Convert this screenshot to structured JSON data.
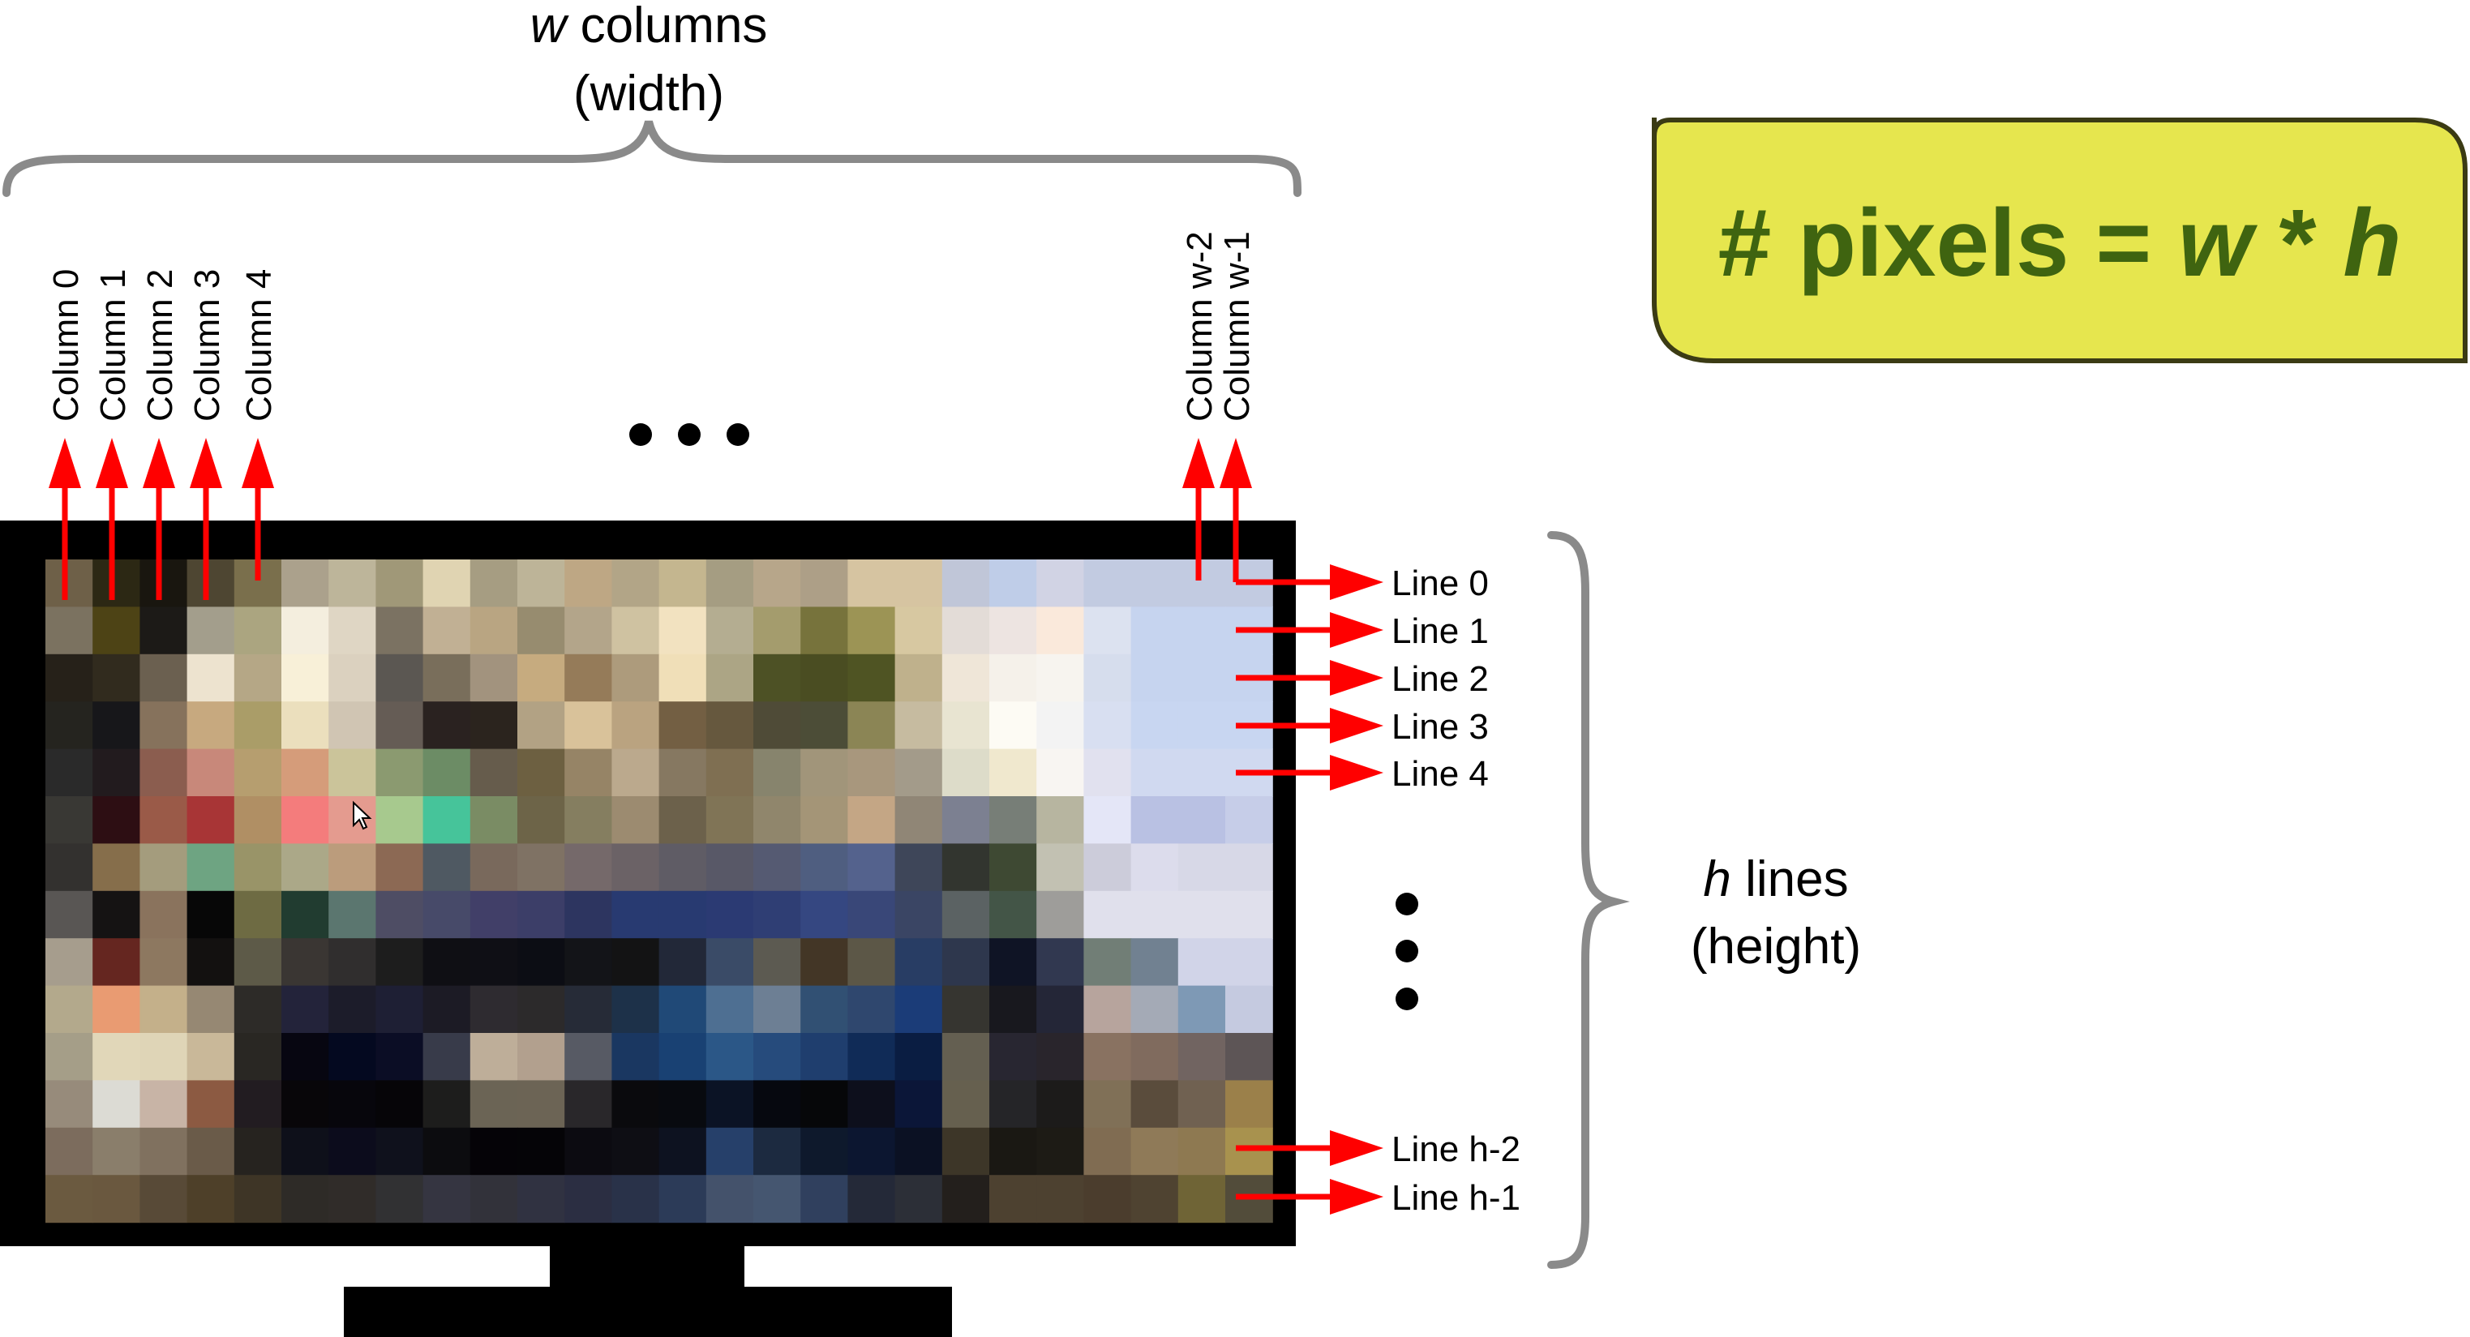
{
  "header": {
    "var": "w",
    "title_suffix": " columns",
    "subtitle": "(width)"
  },
  "right_label": {
    "var": "h",
    "title_suffix": " lines",
    "subtitle": "(height)"
  },
  "formula": {
    "prefix": "# pixels = ",
    "w": "w",
    "op": " * ",
    "h": "h",
    "bg_color": "#e6e64e",
    "text_color": "#3f6410"
  },
  "columns": [
    "Column 0",
    "Column 1",
    "Column 2",
    "Column 3",
    "Column 4",
    "Column w-2",
    "Column w-1"
  ],
  "lines": [
    "Line 0",
    "Line 1",
    "Line 2",
    "Line 3",
    "Line 4",
    "Line h-2",
    "Line h-1"
  ],
  "arrow_color": "#ff0000",
  "brace_color": "#8a8a8a",
  "grid": {
    "cols": 26,
    "rows": 14,
    "colors": [
      [
        "#6e6048",
        "#2c2814",
        "#19160f",
        "#4e4632",
        "#7a6f4c",
        "#aba18c",
        "#bdb59a",
        "#a09878",
        "#e0d4b2",
        "#a69d82",
        "#bdb498",
        "#bea784",
        "#b2a587",
        "#c4b68f",
        "#a59d82",
        "#b7a68a",
        "#ad9f87",
        "#d6c4a1",
        "#d6c4a1",
        "#c0c6d8",
        "#bfcde8",
        "#d1d3e4",
        "#c2cbe1",
        "#c2cbe1",
        "#c2cbe1",
        "#c2cbe1"
      ],
      [
        "#7b7260",
        "#4d4315",
        "#1c1a17",
        "#a39e8c",
        "#aba580",
        "#f4eede",
        "#dfd6c4",
        "#7b7262",
        "#c1b094",
        "#b9a582",
        "#978c6f",
        "#b3a58a",
        "#cfc2a1",
        "#f2e2c0",
        "#b4ad91",
        "#a49c6d",
        "#77733c",
        "#9c9455",
        "#d7c8a1",
        "#e3dcd7",
        "#ede4e1",
        "#fae9db",
        "#dce2f0",
        "#c6d4ef",
        "#c6d4ef",
        "#c6d4ef"
      ],
      [
        "#262119",
        "#312b1e",
        "#6b6050",
        "#ede3cf",
        "#b5a786",
        "#f8f0d8",
        "#dbd1bf",
        "#5b5752",
        "#796e5b",
        "#a2937e",
        "#c6ab7f",
        "#957b59",
        "#ad9b7c",
        "#f0dfb8",
        "#aca585",
        "#4d5125",
        "#4a4d22",
        "#4f5423",
        "#bfb18c",
        "#efe6d8",
        "#f5f1ea",
        "#f7f4ef",
        "#d6dded",
        "#c6d4ef",
        "#c6d4ef",
        "#c6d4ef"
      ],
      [
        "#25241f",
        "#17171a",
        "#86725c",
        "#c7a97f",
        "#aa9d68",
        "#ebdfbd",
        "#d0c5b3",
        "#655c55",
        "#2a2220",
        "#2b241e",
        "#b2a284",
        "#d9c29a",
        "#baa380",
        "#735f43",
        "#66583e",
        "#4f4b37",
        "#4c4d37",
        "#8b8555",
        "#c6bba0",
        "#e8e4d1",
        "#fdfbf4",
        "#f3f3f3",
        "#d8dff1",
        "#c8d6f1",
        "#c8d6f1",
        "#c8d6f1"
      ],
      [
        "#2a2a2a",
        "#221b1e",
        "#8b5d4f",
        "#c8887a",
        "#b69e6f",
        "#d59c7a",
        "#cbc49a",
        "#8b9a70",
        "#6c8c65",
        "#665c4c",
        "#6d6041",
        "#968466",
        "#bba98d",
        "#867861",
        "#7f6f52",
        "#87846d",
        "#a1957a",
        "#a8977d",
        "#a39b8a",
        "#dddcc9",
        "#f0e8ce",
        "#f8f5f2",
        "#e1e1ef",
        "#d0d9f0",
        "#d0d9f0",
        "#d0d9f0"
      ],
      [
        "#393834",
        "#2d0e13",
        "#9a5a48",
        "#a83536",
        "#b08f64",
        "#f47c7c",
        "#e49b8f",
        "#a7c98e",
        "#46c49a",
        "#7a8c64",
        "#6d6448",
        "#857e60",
        "#9c8b70",
        "#6c614b",
        "#807456",
        "#90866c",
        "#a49577",
        "#c4a685",
        "#908676",
        "#7c8091",
        "#777e77",
        "#b7b5a0",
        "#e4e6f7",
        "#b9c1e3",
        "#b9c1e3",
        "#c6cde8"
      ],
      [
        "#33312f",
        "#866e4b",
        "#a49c7d",
        "#6ea482",
        "#999468",
        "#aba888",
        "#bb9c7c",
        "#8c6954",
        "#4f5962",
        "#79695c",
        "#7f7264",
        "#75696a",
        "#6b6266",
        "#5f5c65",
        "#585867",
        "#555a72",
        "#4f5e80",
        "#54628d",
        "#3e4659",
        "#32352f",
        "#3e4933",
        "#c2c1b2",
        "#ccccda",
        "#dcdcec",
        "#d7d8e7",
        "#d7d8e7"
      ],
      [
        "#595654",
        "#151313",
        "#8a735d",
        "#070707",
        "#6e6b43",
        "#213c30",
        "#5b766f",
        "#4e4d64",
        "#474a69",
        "#413f68",
        "#3c3e68",
        "#2d3560",
        "#283a71",
        "#283a71",
        "#2b3a73",
        "#2f3e74",
        "#354781",
        "#394778",
        "#3a4564",
        "#5b6263",
        "#435547",
        "#9e9d9a",
        "#e0e0ec",
        "#e0e0ec",
        "#e0e0ec",
        "#e0e0ec"
      ],
      [
        "#a69d8d",
        "#652620",
        "#8d7860",
        "#131110",
        "#5d5a48",
        "#3a3633",
        "#302e2e",
        "#1d1d1d",
        "#0f0f14",
        "#0f0f15",
        "#0c0d14",
        "#131418",
        "#131314",
        "#222838",
        "#3a4b67",
        "#5c5a51",
        "#433626",
        "#5c5747",
        "#283d64",
        "#2e374d",
        "#0f1425",
        "#313850",
        "#717e76",
        "#718191",
        "#d1d4e8",
        "#d1d4e8"
      ],
      [
        "#b3a98c",
        "#e99b72",
        "#c4b08a",
        "#968873",
        "#2d2b28",
        "#23233a",
        "#1c1c2a",
        "#1e1f34",
        "#1c1b25",
        "#2e2b30",
        "#2c2a2b",
        "#262b37",
        "#1d3149",
        "#204977",
        "#4e6f92",
        "#6d7f94",
        "#315073",
        "#2f476e",
        "#1b3c78",
        "#363530",
        "#18181e",
        "#242637",
        "#b7a49d",
        "#a4aab6",
        "#7e99b5",
        "#c5cae0"
      ],
      [
        "#a59e88",
        "#e1d7b9",
        "#dfd5b7",
        "#c9b899",
        "#292723",
        "#070611",
        "#040920",
        "#0b0d25",
        "#383b4a",
        "#beae99",
        "#b2a08e",
        "#575a64",
        "#1a3761",
        "#194173",
        "#2b5787",
        "#264b7c",
        "#1f3e6e",
        "#102b57",
        "#0a1d42",
        "#645f51",
        "#282631",
        "#29252c",
        "#897261",
        "#806b5e",
        "#716461",
        "#5d5556"
      ],
      [
        "#978b7b",
        "#dcdbd4",
        "#c8b4a6",
        "#8c5a42",
        "#221c21",
        "#080609",
        "#07060c",
        "#060508",
        "#1d1d1c",
        "#6b6455",
        "#6c6455",
        "#29272a",
        "#0a0a0d",
        "#080a0f",
        "#0b1325",
        "#06080f",
        "#060709",
        "#0d0f1c",
        "#0b1638",
        "#66604f",
        "#252528",
        "#1c1b1a",
        "#807057",
        "#5a4c3c",
        "#706151",
        "#9b804a"
      ],
      [
        "#7c6c5d",
        "#8a7e6b",
        "#80715f",
        "#6a5b49",
        "#26231f",
        "#0e101a",
        "#0c0c1c",
        "#0f111c",
        "#0c0c0f",
        "#050307",
        "#050407",
        "#0c0b11",
        "#0e0e14",
        "#0d1220",
        "#26406a",
        "#1c2a40",
        "#0e192c",
        "#0c1630",
        "#0b1123",
        "#3d3628",
        "#1a1813",
        "#1d1b15",
        "#806c52",
        "#8f7a58",
        "#8e7951",
        "#a8924e"
      ],
      [
        "#6b5a40",
        "#6a583f",
        "#584a37",
        "#4e4029",
        "#3e3526",
        "#2e2b27",
        "#302c29",
        "#313133",
        "#353541",
        "#32323a",
        "#303241",
        "#2b2e42",
        "#293249",
        "#2c3b58",
        "#44526b",
        "#455670",
        "#30405e",
        "#242938",
        "#2c2f37",
        "#231f1c",
        "#4d4130",
        "#4d4130",
        "#4b3d2d",
        "#4f4331",
        "#6f6436",
        "#524c3a"
      ]
    ]
  }
}
